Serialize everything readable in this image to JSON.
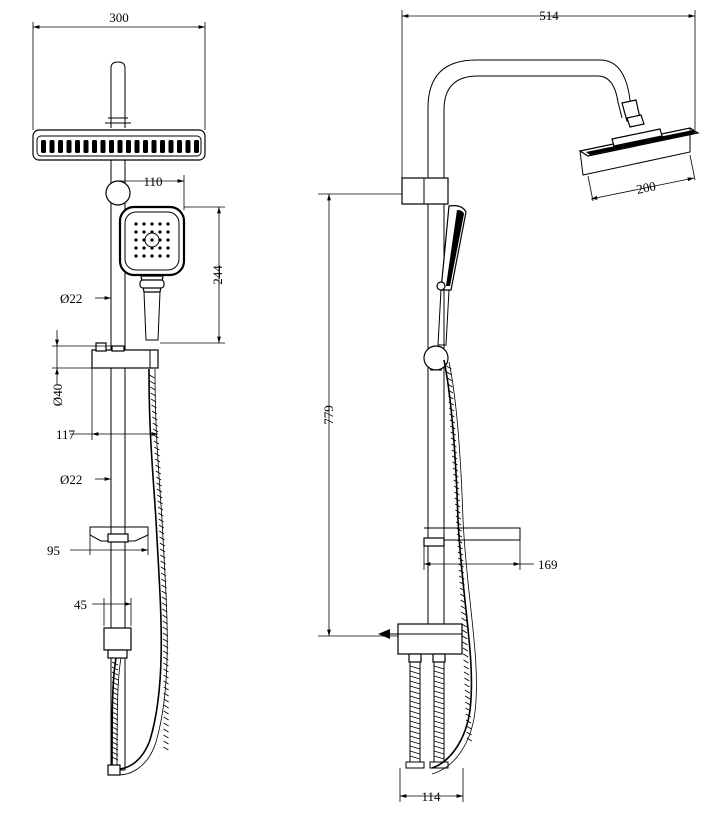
{
  "diagram": {
    "front_view": {
      "dim_overall_width": "300",
      "dim_handshower_offset": "110",
      "dim_handshower_height": "244",
      "dim_pipe_diameter_upper": "Ø22",
      "dim_bracket_diameter": "Ø40",
      "dim_bracket_offset": "117",
      "dim_pipe_diameter_lower": "Ø22",
      "dim_shelf_width": "95",
      "dim_connector_width": "45"
    },
    "side_view": {
      "dim_overall_reach": "514",
      "dim_head_diameter": "200",
      "dim_height": "779",
      "dim_shelf_depth": "169",
      "dim_inlet_spacing": "114"
    }
  }
}
